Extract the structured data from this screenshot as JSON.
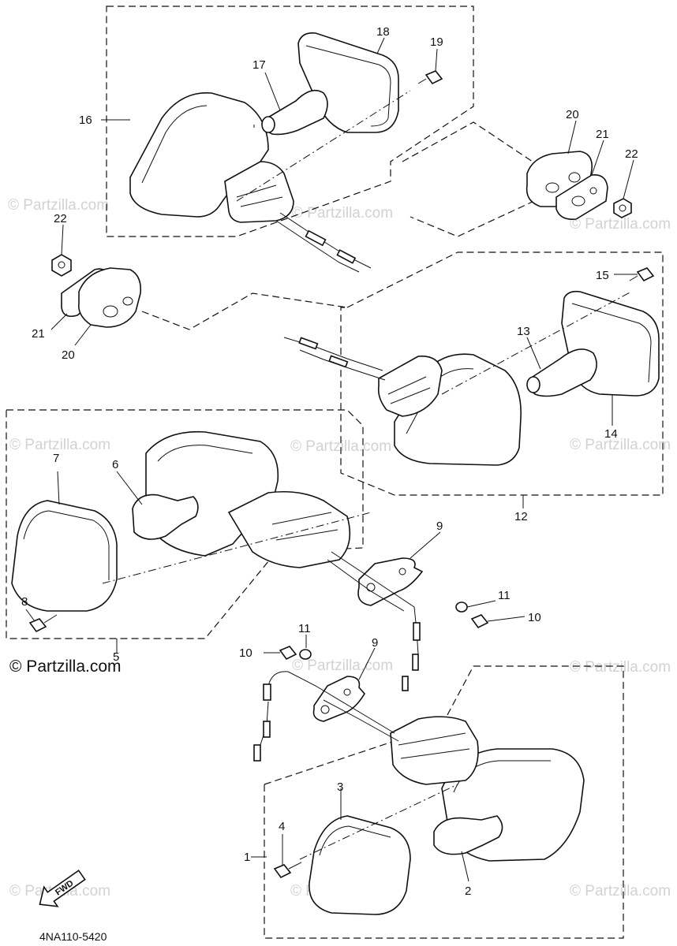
{
  "diagram": {
    "code": "4NA110-5420",
    "brand": "© Partzilla.com",
    "watermark": "© Partzilla.com",
    "direction_label": "FWD",
    "callouts": {
      "c1": "1",
      "c2": "2",
      "c3": "3",
      "c4": "4",
      "c5": "5",
      "c6": "6",
      "c7": "7",
      "c8": "8",
      "c9a": "9",
      "c9b": "9",
      "c10a": "10",
      "c10b": "10",
      "c11a": "11",
      "c11b": "11",
      "c12": "12",
      "c13": "13",
      "c14": "14",
      "c15": "15",
      "c16": "16",
      "c17": "17",
      "c18": "18",
      "c19": "19",
      "c20a": "20",
      "c20b": "20",
      "c21a": "21",
      "c21b": "21",
      "c22a": "22",
      "c22b": "22"
    }
  }
}
